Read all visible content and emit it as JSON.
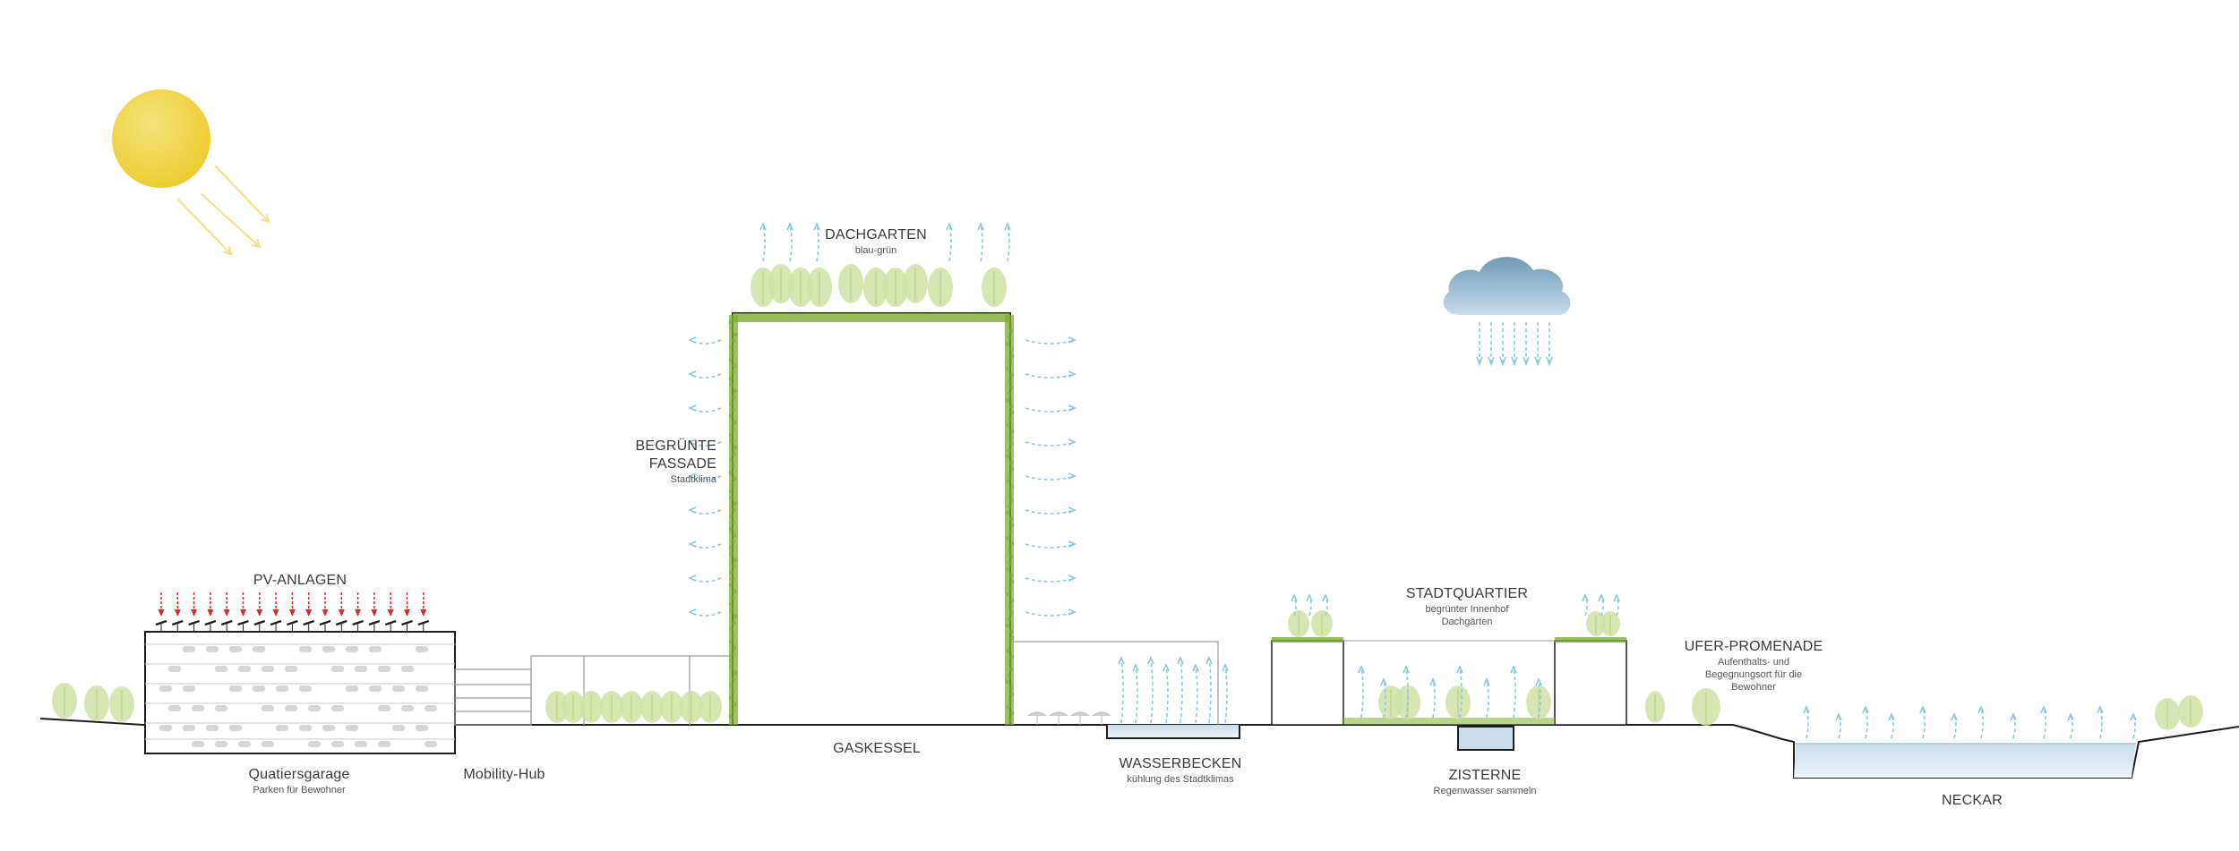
{
  "labels": {
    "dachgarten": {
      "title": "DACHGARTEN",
      "sub": "blau-grün"
    },
    "fassade": {
      "title1": "BEGRÜNTE",
      "title2": "FASSADE",
      "sub": "Stadtklima"
    },
    "pv": {
      "title": "PV-ANLAGEN"
    },
    "garage": {
      "title": "Quatiersgarage",
      "sub": "Parken für Bewohner"
    },
    "mobility": {
      "title": "Mobility-Hub"
    },
    "gaskessel": {
      "title": "GASKESSEL"
    },
    "wasserbecken": {
      "title": "WASSERBECKEN",
      "sub": "kühlung des Stadtklimas"
    },
    "stadtquartier": {
      "title": "STADTQUARTIER",
      "sub1": "begrünter Innenhof",
      "sub2": "Dachgärten"
    },
    "zisterne": {
      "title": "ZISTERNE",
      "sub": "Regenwasser sammeln"
    },
    "ufer": {
      "title": "UFER-PROMENADE",
      "sub1": "Aufenthalts- und",
      "sub2": "Begegnungsort für die",
      "sub3": "Bewohner"
    },
    "neckar": {
      "title": "NECKAR"
    }
  },
  "icons": [
    "sun-icon",
    "sun-ray-icon",
    "rain-cloud-icon",
    "rain-drop-icon",
    "tree-icon",
    "evaporation-arrow-icon",
    "pv-panel-icon",
    "pv-arrow-icon",
    "car-icon",
    "umbrella-icon"
  ],
  "colors": {
    "sun": "#F2CF35",
    "sunray": "#F4DE82",
    "cloud": "#8FB4CB",
    "rain": "#8CC8E3",
    "vapor": "#8CC8E3",
    "tree": "#D0E0A6",
    "green_edge": "#7DAE32",
    "pv_arrow": "#E4262B",
    "water": "#DCE8F0",
    "line": "#1e1e1e",
    "car": "#d6d6d6"
  }
}
